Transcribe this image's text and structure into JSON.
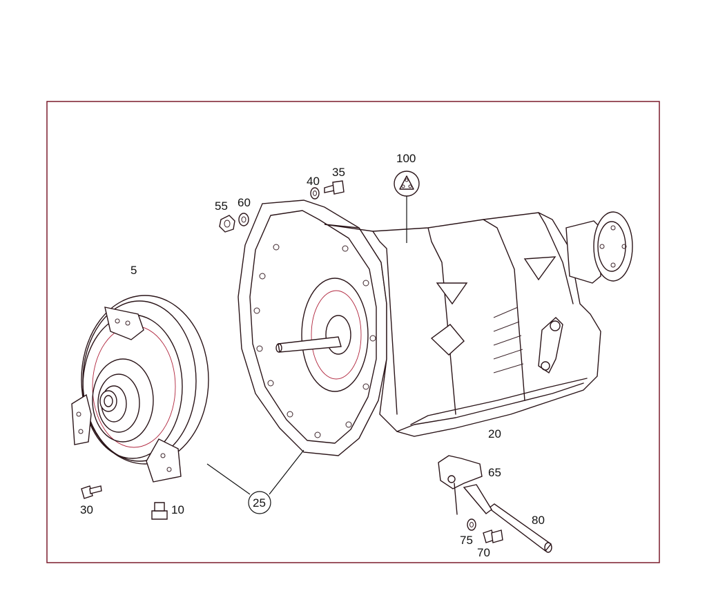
{
  "diagram": {
    "border_color": "#7a1a2a",
    "line_color": "#2a1418",
    "callouts": [
      {
        "id": "5",
        "label": "5"
      },
      {
        "id": "10",
        "label": "10"
      },
      {
        "id": "20",
        "label": "20"
      },
      {
        "id": "25",
        "label": "25"
      },
      {
        "id": "30",
        "label": "30"
      },
      {
        "id": "35",
        "label": "35"
      },
      {
        "id": "40",
        "label": "40"
      },
      {
        "id": "55",
        "label": "55"
      },
      {
        "id": "60",
        "label": "60"
      },
      {
        "id": "65",
        "label": "65"
      },
      {
        "id": "70",
        "label": "70"
      },
      {
        "id": "75",
        "label": "75"
      },
      {
        "id": "80",
        "label": "80"
      },
      {
        "id": "100",
        "label": "100"
      }
    ]
  }
}
